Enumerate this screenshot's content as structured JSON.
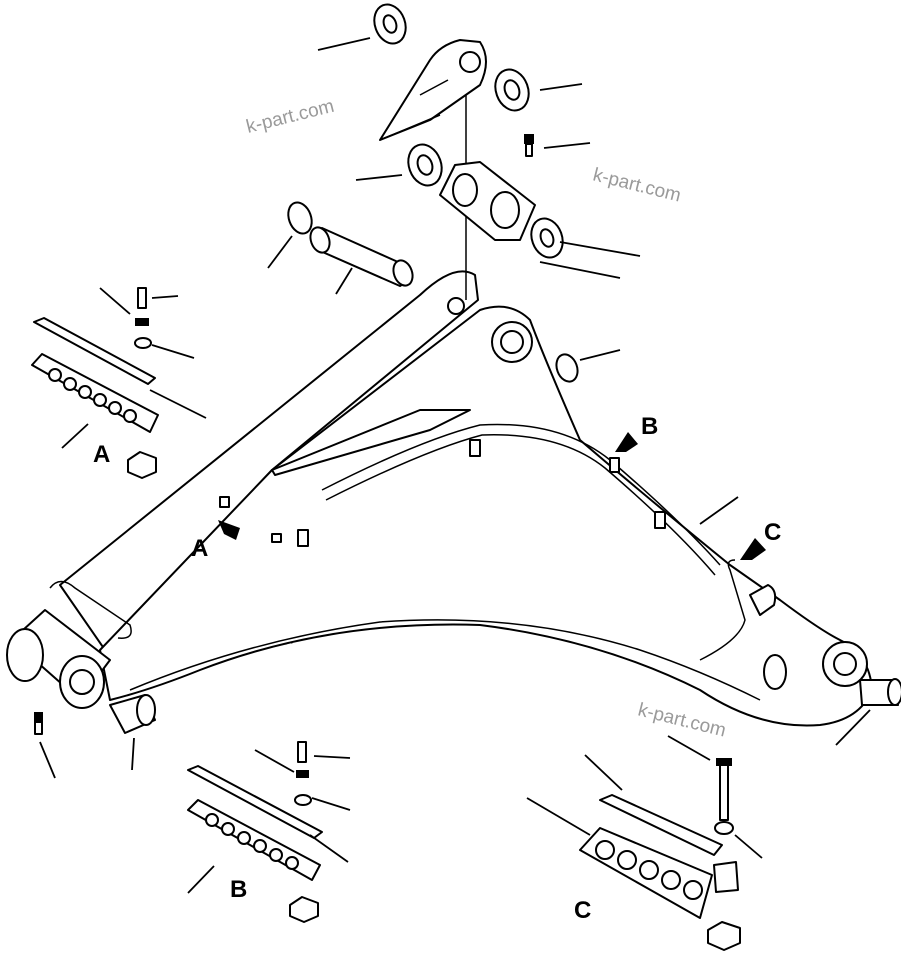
{
  "watermarks": [
    "k-part.com",
    "k-part.com",
    "k-part.com",
    "k-part.com"
  ],
  "labels": {
    "view_a_marker": "A",
    "view_b_marker": "B",
    "view_c_marker": "C",
    "detail_a": "A",
    "detail_b": "B",
    "detail_c": "C"
  }
}
